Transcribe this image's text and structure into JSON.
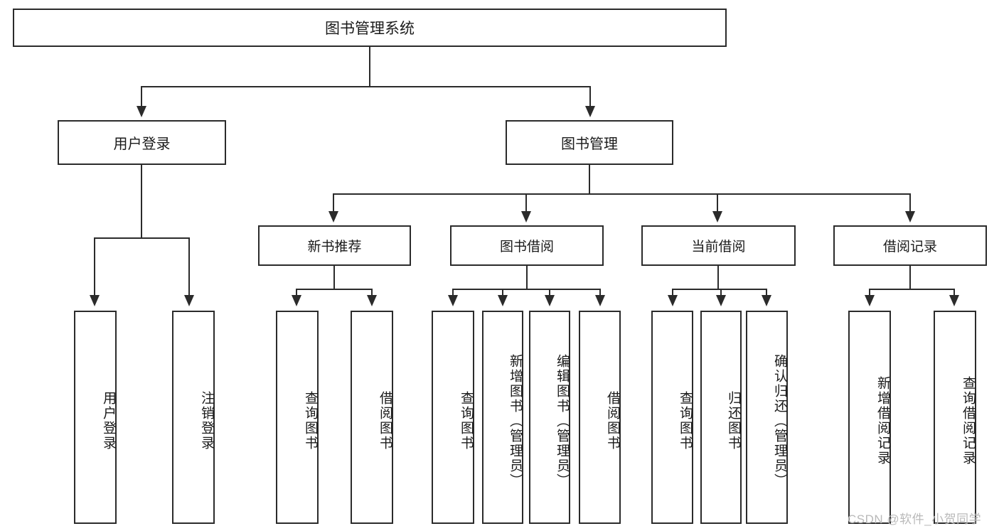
{
  "diagram": {
    "type": "tree",
    "title": "图书管理系统",
    "root": {
      "label": "图书管理系统"
    },
    "level1": [
      {
        "label": "用户登录"
      },
      {
        "label": "图书管理"
      }
    ],
    "level2": [
      {
        "label": "新书推荐"
      },
      {
        "label": "图书借阅"
      },
      {
        "label": "当前借阅"
      },
      {
        "label": "借阅记录"
      }
    ],
    "leaves": [
      {
        "label": "用户登录",
        "parent": "用户登录"
      },
      {
        "label": "注销登录",
        "parent": "用户登录"
      },
      {
        "label": "查询图书",
        "parent": "新书推荐"
      },
      {
        "label": "借阅图书",
        "parent": "新书推荐"
      },
      {
        "label": "查询图书",
        "parent": "图书借阅"
      },
      {
        "label": "新增图书（管理员）",
        "parent": "图书借阅"
      },
      {
        "label": "编辑图书（管理员）",
        "parent": "图书借阅"
      },
      {
        "label": "借阅图书",
        "parent": "图书借阅"
      },
      {
        "label": "查询图书",
        "parent": "当前借阅"
      },
      {
        "label": "归还图书",
        "parent": "当前借阅"
      },
      {
        "label": "确认归还（管理员）",
        "parent": "当前借阅"
      },
      {
        "label": "新增借阅记录",
        "parent": "借阅记录"
      },
      {
        "label": "查询借阅记录",
        "parent": "借阅记录"
      }
    ]
  },
  "watermark": {
    "text": "CSDN @软件_小贺同学"
  },
  "colors": {
    "stroke": "#2b2b2b",
    "fill": "#ffffff",
    "text": "#1a1a1a",
    "watermark": "#b9b9b9"
  }
}
